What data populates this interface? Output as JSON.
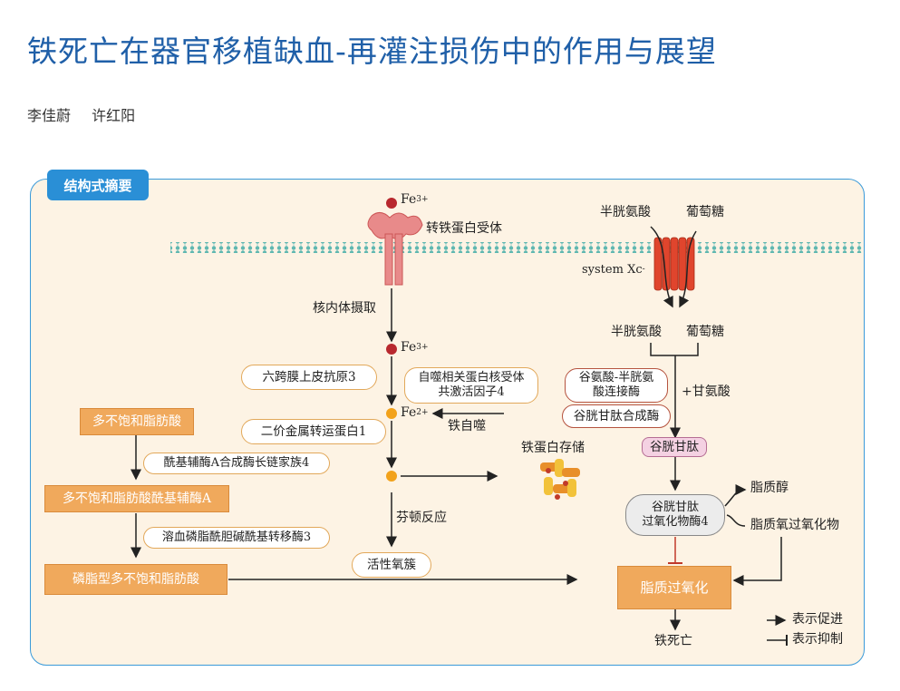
{
  "title": "铁死亡在器官移植缺血-再灌注损伤中的作用与展望",
  "authors": [
    "李佳蔚",
    "许红阳"
  ],
  "panel_tag": "结构式摘要",
  "colors": {
    "title": "#1f5fa8",
    "panel_border": "#3a9ad9",
    "panel_bg": "#fdf3e4",
    "orange": "#f0a95c",
    "iron_red": "#b8282e",
    "iron_orange": "#f2a21b"
  },
  "labels": {
    "fe3_top": "Fe",
    "fe3_top_sup": "3+",
    "transferrin_receptor": "转铁蛋白受体",
    "endocytosis": "核内体摄取",
    "fe3_mid": "Fe",
    "fe3_mid_sup": "3+",
    "fe2": "Fe",
    "fe2_sup": "2+",
    "steap3": "六跨膜上皮抗原3",
    "ncoa4": "自噬相关蛋白核受体\n共激活因子4",
    "dmt1": "二价金属转运蛋白1",
    "ferritinophagy": "铁自噬",
    "ferritin_storage": "铁蛋白存储",
    "fenton": "芬顿反应",
    "ros": "活性氧簇",
    "cystine_top": "半胱氨酸",
    "glucose_top": "葡萄糖",
    "system_xc": "system Xc",
    "system_xc_sup": "-",
    "cystine_bottom": "半胱氨酸",
    "glucose_bottom": "葡萄糖",
    "gcl": "谷氨酸-半胱氨\n酸连接酶",
    "plus_glycine": "+甘氨酸",
    "gss": "谷胱甘肽合成酶",
    "gsh": "谷胱甘肽",
    "gpx4": "谷胱甘肽\n过氧化物酶4",
    "lipid_alcohol": "脂质醇",
    "lipid_peroxide": "脂质氧过氧化物",
    "lipid_peroxidation": "脂质过氧化",
    "ferroptosis": "铁死亡",
    "pufa": "多不饱和脂肪酸",
    "acsl4": "酰基辅酶A合成酶长链家族4",
    "pufa_coa": "多不饱和脂肪酸酰基辅酶A",
    "lpcat3": "溶血磷脂酰胆碱酰基转移酶3",
    "pl_pufa": "磷脂型多不饱和脂肪酸",
    "legend_promote": "表示促进",
    "legend_inhibit": "表示抑制"
  }
}
